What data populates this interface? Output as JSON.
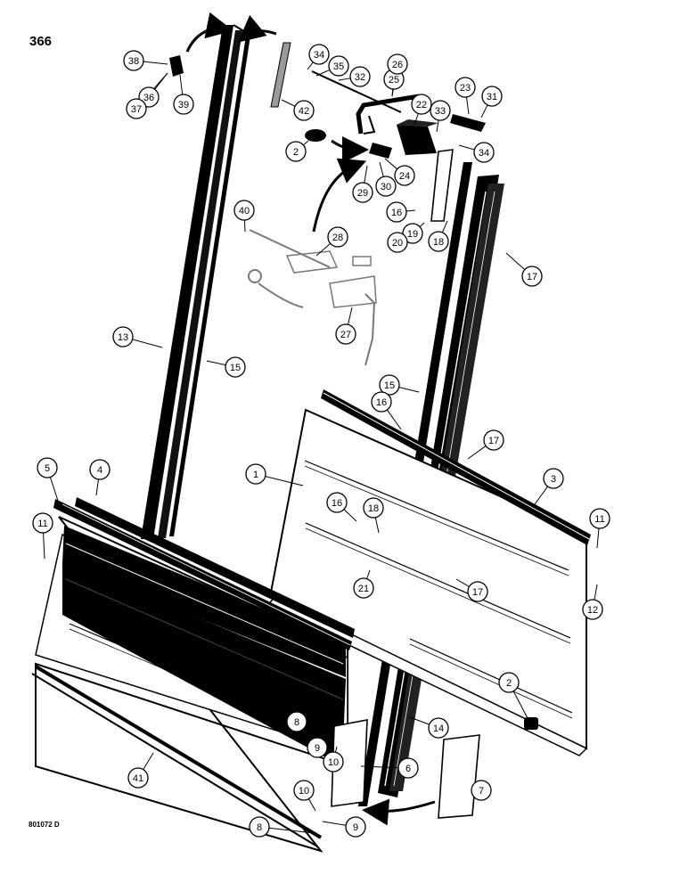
{
  "page_number": "366",
  "drawing_code": "801072 D",
  "callouts": [
    "1",
    "2",
    "2",
    "3",
    "4",
    "5",
    "6",
    "7",
    "8",
    "8",
    "9",
    "9",
    "10",
    "10",
    "11",
    "11",
    "12",
    "13",
    "14",
    "15",
    "15",
    "16",
    "16",
    "16",
    "17",
    "17",
    "17",
    "18",
    "18",
    "19",
    "20",
    "21",
    "22",
    "23",
    "24",
    "25",
    "26",
    "27",
    "28",
    "29",
    "30",
    "31",
    "32",
    "33",
    "34",
    "34",
    "35",
    "36",
    "37",
    "38",
    "39",
    "40",
    "41",
    "42"
  ],
  "colors": {
    "ink": "#000000",
    "paper": "#ffffff",
    "strip": "#9a9a9a"
  }
}
